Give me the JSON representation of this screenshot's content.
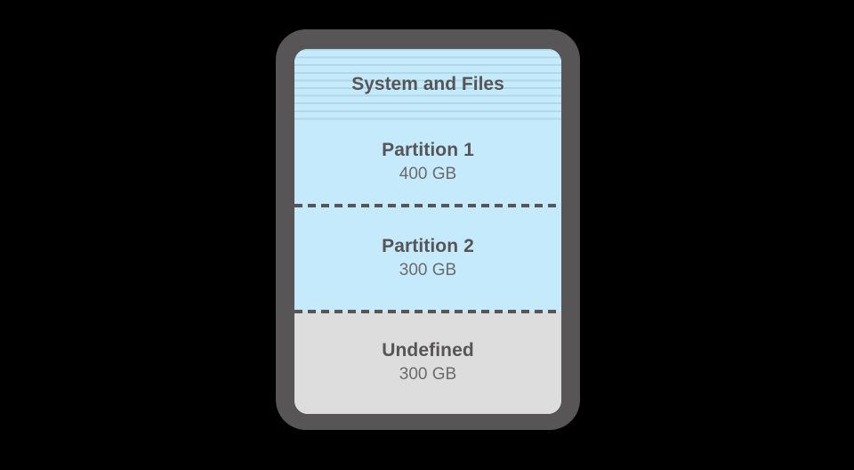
{
  "diagram": {
    "type": "disk-partition-diagram",
    "colors": {
      "background": "#000000",
      "shell": "#575556",
      "partition_fill": "#c5eafb",
      "stripe_line": "#afd9e6",
      "undefined_fill": "#dddddd",
      "title_text": "#575556",
      "size_text": "#6d6b6c",
      "divider": "#575556"
    },
    "header": {
      "label": "System and Files"
    },
    "segments": [
      {
        "id": "partition-1",
        "label": "Partition 1",
        "size": "400 GB"
      },
      {
        "id": "partition-2",
        "label": "Partition 2",
        "size": "300 GB"
      },
      {
        "id": "undefined",
        "label": "Undefined",
        "size": "300 GB"
      }
    ]
  }
}
